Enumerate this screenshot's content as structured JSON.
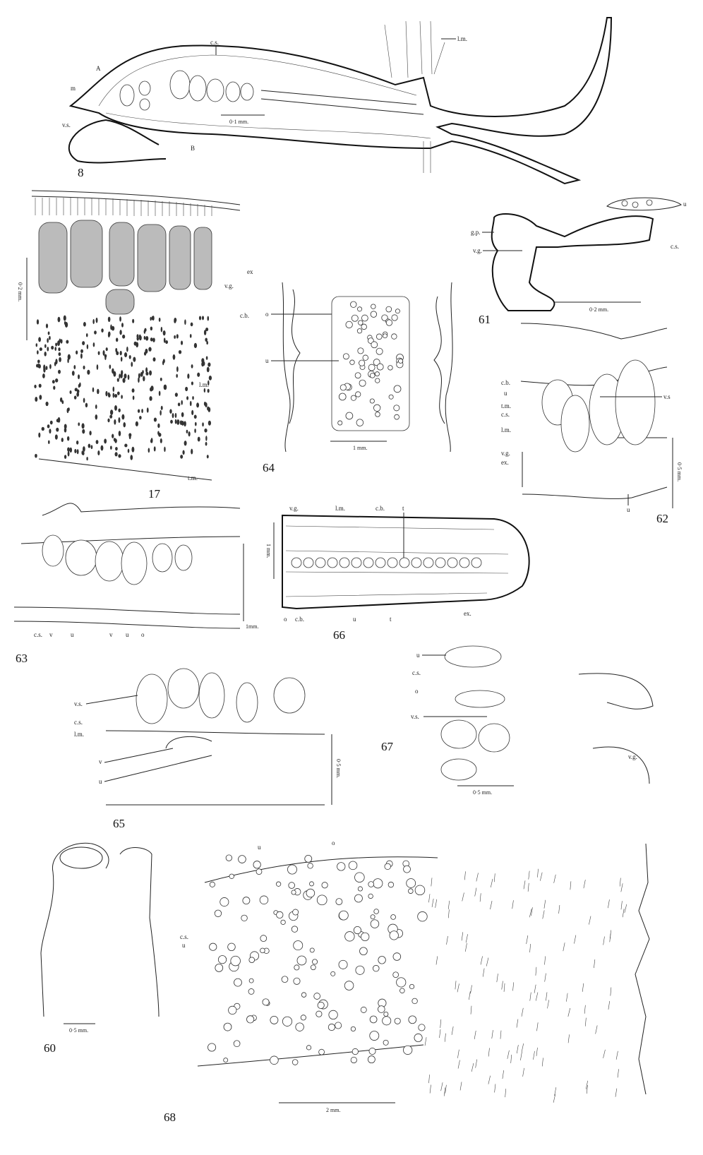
{
  "figures": {
    "fig8": {
      "number": "8",
      "labels": {
        "cs": "c.s.",
        "lm": "l.m.",
        "a": "A",
        "m": "m",
        "vs": "v.s.",
        "b": "B"
      },
      "scale": "0·1 mm."
    },
    "fig17": {
      "number": "17",
      "labels": {
        "ex": "ex",
        "vg": "v.g.",
        "cb": "c.b.",
        "lm": "l.m.",
        "tm": "t.m."
      },
      "scale": "0·2 mm."
    },
    "fig64": {
      "number": "64",
      "labels": {
        "o": "o",
        "u": "u"
      },
      "scale": "1 mm."
    },
    "fig61": {
      "number": "61",
      "labels": {
        "u": "u",
        "gp": "g.p.",
        "vg": "v.g.",
        "cs": "c.s."
      },
      "scale": "0·2 mm."
    },
    "fig62": {
      "number": "62",
      "labels": {
        "cb": "c.b.",
        "u": "u",
        "tm": "t.m.",
        "cs": "c.s.",
        "lm": "l.m.",
        "vg": "v.g.",
        "ex": "ex.",
        "vs": "v.s",
        "u2": "u"
      },
      "scale": "0·5 mm."
    },
    "fig63": {
      "number": "63",
      "labels": {
        "cs": "c.s.",
        "v": "v",
        "u": "u",
        "v2": "v",
        "u2": "u",
        "o": "o"
      },
      "scale": "1mm."
    },
    "fig66": {
      "number": "66",
      "labels": {
        "vg": "v.g.",
        "lm": "l.m.",
        "cb": "c.b.",
        "t": "t",
        "o": "o",
        "cb2": "c.b.",
        "u": "u",
        "t2": "t",
        "ex": "ex."
      },
      "scale": "1 mm."
    },
    "fig65": {
      "number": "65",
      "labels": {
        "vs": "v.s.",
        "cs": "c.s.",
        "lm": "l.m.",
        "v": "v",
        "u": "u"
      },
      "scale": "0·5 mm."
    },
    "fig67": {
      "number": "67",
      "labels": {
        "u": "u",
        "cs": "c.s.",
        "o": "o",
        "vs": "v.s.",
        "vg": "v.g."
      },
      "scale": "0·5 mm."
    },
    "fig60": {
      "number": "60",
      "scale": "0·5 mm."
    },
    "fig68": {
      "number": "68",
      "labels": {
        "u": "u",
        "o": "o",
        "cs": "c.s.",
        "u2": "u"
      },
      "scale": "2 mm."
    }
  }
}
